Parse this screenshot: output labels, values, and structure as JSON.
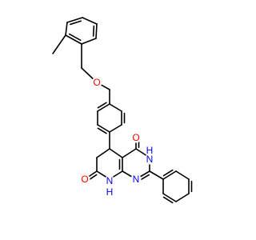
{
  "structure": {
    "atom_labels": [
      {
        "id": "ether-oxygen",
        "text": "O",
        "color": "#ff0000"
      },
      {
        "id": "carbonyl-oxygen-c4",
        "text": "O",
        "color": "#ff0000"
      },
      {
        "id": "nh-n3",
        "text": "N",
        "color": "#0000ff"
      },
      {
        "id": "nh-n3-h",
        "text": "H",
        "color": "#0000ff"
      },
      {
        "id": "ring-n1",
        "text": "N",
        "color": "#0000ff"
      },
      {
        "id": "nh-n8",
        "text": "N",
        "color": "#0000ff"
      },
      {
        "id": "nh-n8-h",
        "text": "H",
        "color": "#0000ff"
      },
      {
        "id": "carbonyl-oxygen-c7",
        "text": "O",
        "color": "#ff0000"
      }
    ]
  }
}
